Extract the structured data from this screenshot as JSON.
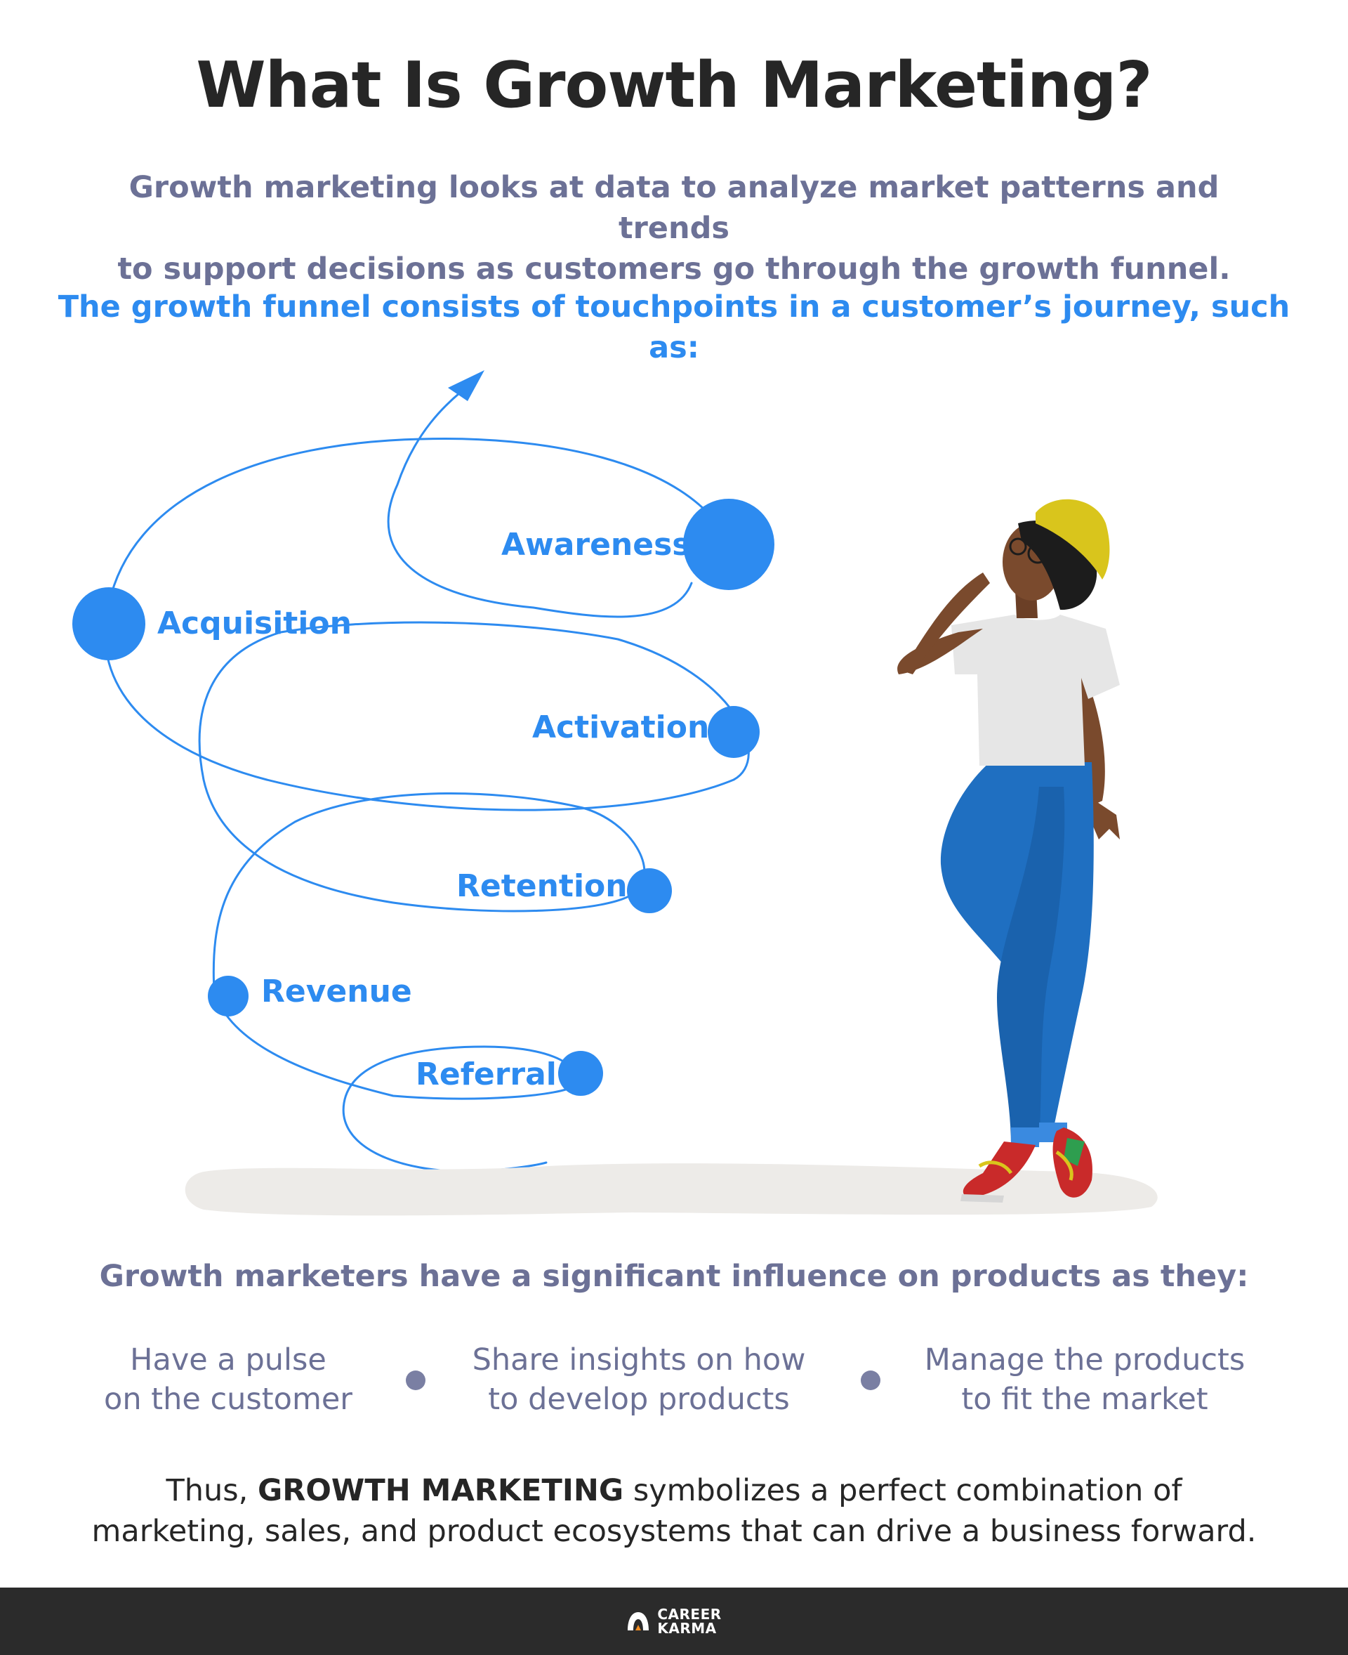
{
  "title": "What Is Growth Marketing?",
  "subtitle": {
    "line1": "Growth marketing looks at data to analyze market patterns and trends",
    "line2": "to support decisions as customers go through the growth funnel."
  },
  "lead": "The growth funnel consists of touchpoints in a customer’s journey, such as:",
  "funnel": {
    "accent_color": "#2d8bf0",
    "stages": [
      "Awareness",
      "Acquisition",
      "Activation",
      "Retention",
      "Revenue",
      "Referral"
    ]
  },
  "influence_heading": "Growth marketers have a significant influence on products as they:",
  "bullets": [
    {
      "line1": "Have a pulse",
      "line2": "on the customer"
    },
    {
      "line1": "Share insights on how",
      "line2": "to develop products"
    },
    {
      "line1": "Manage the products",
      "line2": "to fit the market"
    }
  ],
  "conclusion": {
    "prefix": "Thus,",
    "emphasis": "GROWTH MARKETING",
    "rest_line1": "symbolizes a perfect combination of",
    "line2": "marketing, sales, and product ecosystems that can drive a business forward."
  },
  "footer": {
    "brand_line1": "CAREER",
    "brand_line2": "KARMA",
    "logo_icon": "career-karma-logo-icon"
  }
}
